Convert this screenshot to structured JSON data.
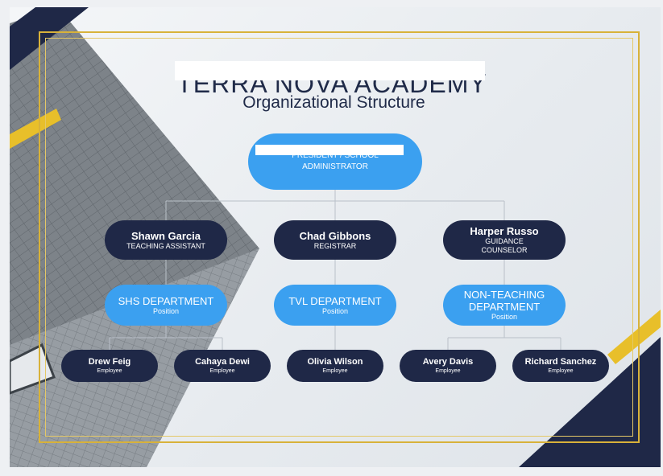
{
  "header": {
    "school_name": "TERRA NOVA ACADEMY INC.",
    "subtitle": "Organizational Structure"
  },
  "chart": {
    "top": {
      "name": "",
      "position": "PRESIDENT / SCHOOL ADMINISTRATOR"
    },
    "managers": [
      {
        "name": "Shawn Garcia",
        "position": "TEACHING ASSISTANT"
      },
      {
        "name": "Chad Gibbons",
        "position": "REGISTRAR"
      },
      {
        "name": "Harper Russo",
        "position": "GUIDANCE COUNSELOR"
      }
    ],
    "departments": [
      {
        "name": "SHS DEPARTMENT",
        "position": "Position"
      },
      {
        "name": "TVL DEPARTMENT",
        "position": "Position"
      },
      {
        "name": "NON-TEACHING DEPARTMENT",
        "position": "Position"
      }
    ],
    "employees": [
      {
        "name": "Drew Feig",
        "position": "Employee"
      },
      {
        "name": "Cahaya Dewi",
        "position": "Employee"
      },
      {
        "name": "Olivia Wilson",
        "position": "Employee"
      },
      {
        "name": "Avery Davis",
        "position": "Employee"
      },
      {
        "name": "Richard Sanchez",
        "position": "Employee"
      }
    ]
  },
  "colors": {
    "navy": "#1f2847",
    "blue": "#3ba0f0",
    "gold": "#e8bf2a",
    "connector": "#b9c0c8"
  }
}
